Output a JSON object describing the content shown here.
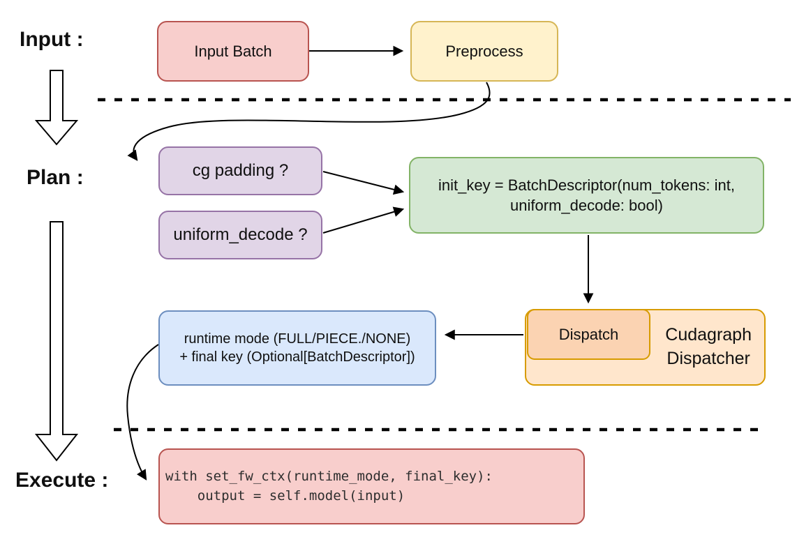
{
  "diagram": {
    "stage_labels": {
      "input": "Input :",
      "plan": "Plan :",
      "execute": "Execute :"
    },
    "nodes": {
      "input_batch": {
        "label": "Input Batch"
      },
      "preprocess": {
        "label": "Preprocess"
      },
      "cg_padding": {
        "label": "cg padding ?"
      },
      "uniform_decode": {
        "label": "uniform_decode ?"
      },
      "init_key": {
        "line1": "init_key = BatchDescriptor(num_tokens: int,",
        "line2": "uniform_decode: bool)"
      },
      "dispatch": {
        "label": "Dispatch"
      },
      "cudagraph_dispatcher": {
        "line1": "Cudagraph",
        "line2": "Dispatcher"
      },
      "runtime_mode_result": {
        "line1": "runtime mode (FULL/PIECE./NONE)",
        "line2": "+ final key (Optional[BatchDescriptor])"
      },
      "execute_code": {
        "line1": "with set_fw_ctx(runtime_mode, final_key):",
        "line2": "    output = self.model(input)"
      }
    },
    "colors": {
      "red_fill": "#f8cecc",
      "red_stroke": "#b85450",
      "yellow_fill": "#fff2cc",
      "yellow_stroke": "#d6b656",
      "purple_fill": "#e1d5e7",
      "purple_stroke": "#9673a6",
      "green_fill": "#d5e8d4",
      "green_stroke": "#82b366",
      "blue_fill": "#dae8fc",
      "blue_stroke": "#6c8ebf",
      "orange_outer_fill": "#ffe6cc",
      "orange_inner_fill": "#fbd3b2",
      "orange_stroke": "#d79b00",
      "connector": "#000000",
      "text": "#101010"
    }
  }
}
